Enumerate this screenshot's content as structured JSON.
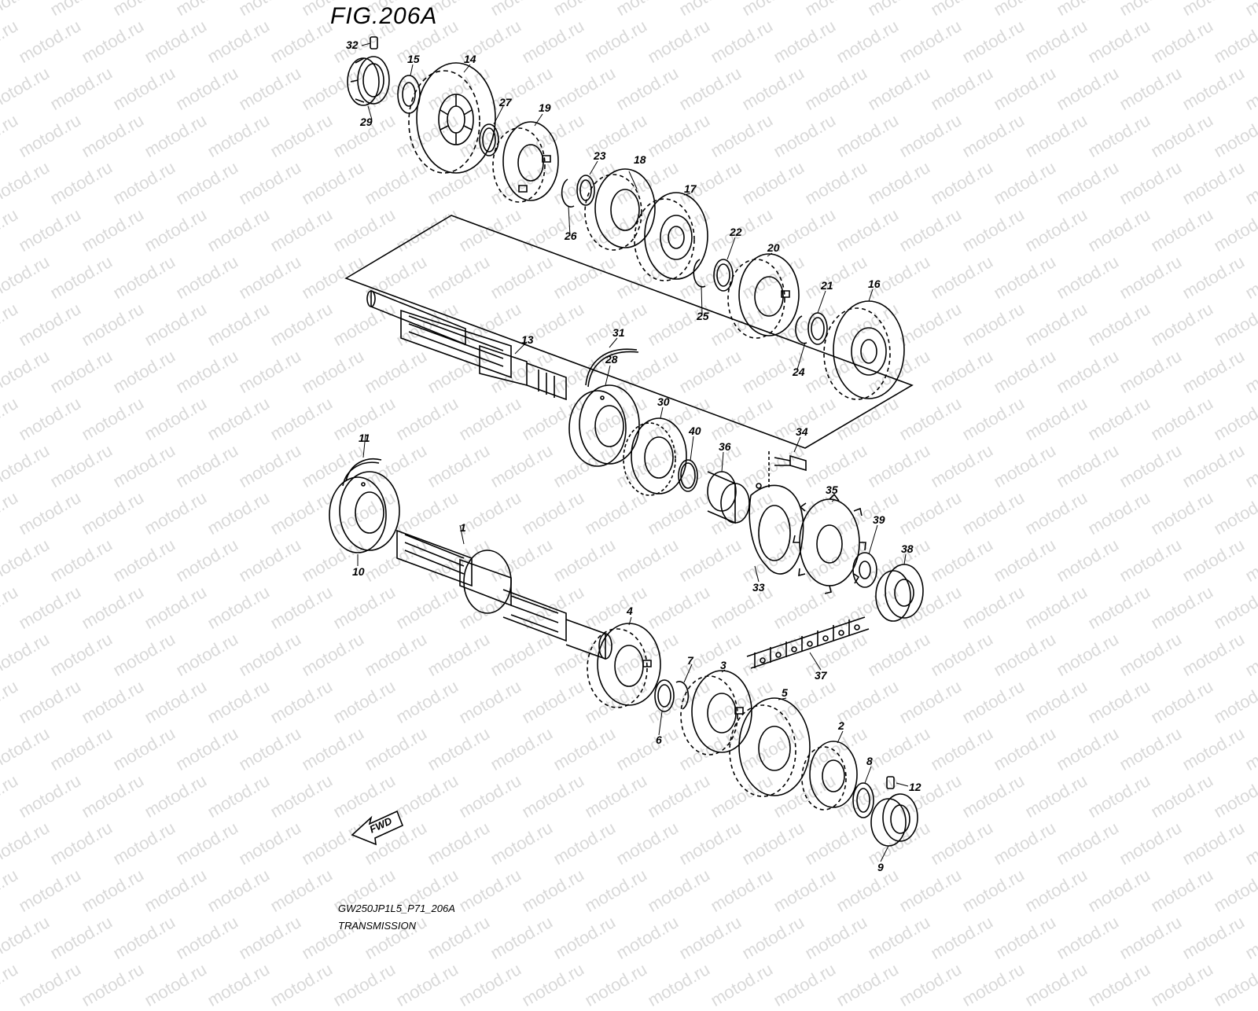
{
  "figure": {
    "title": "FIG.206A",
    "model_code": "GW250JP1L5_P71_206A",
    "section_name": "TRANSMISSION",
    "fwd_label": "FWD",
    "watermark": "motod.ru"
  },
  "callouts": [
    "32",
    "15",
    "14",
    "29",
    "27",
    "19",
    "23",
    "18",
    "26",
    "17",
    "22",
    "20",
    "25",
    "21",
    "16",
    "24",
    "13",
    "31",
    "28",
    "30",
    "40",
    "34",
    "36",
    "35",
    "39",
    "38",
    "33",
    "11",
    "1",
    "10",
    "4",
    "37",
    "7",
    "3",
    "6",
    "5",
    "2",
    "8",
    "12",
    "9"
  ]
}
